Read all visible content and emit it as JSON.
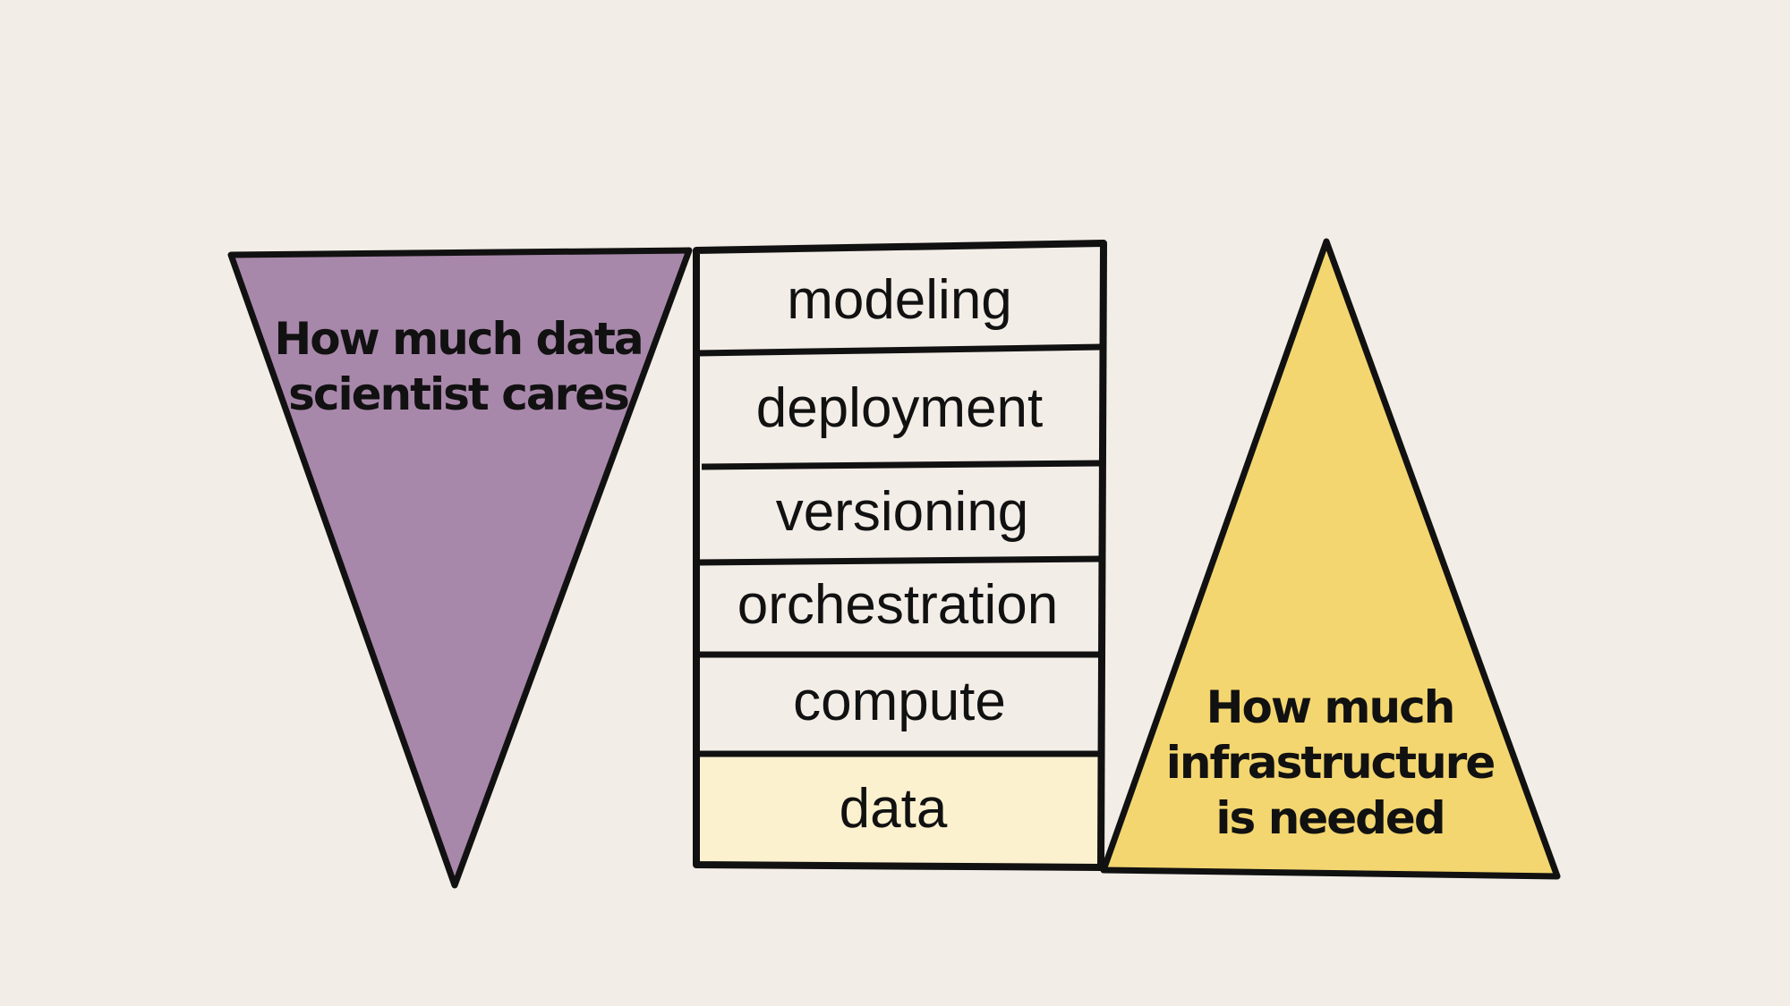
{
  "colors": {
    "background": "#f3ede7",
    "left_triangle_fill": "#a888aa",
    "right_triangle_fill": "#f3d670",
    "stack_fill": "#f3ede7",
    "stack_bottom_fill": "#fbf1cf",
    "outline": "#111111"
  },
  "left_triangle": {
    "line1": "How much data",
    "line2": "scientist cares"
  },
  "stack": {
    "layers": [
      {
        "label": "modeling"
      },
      {
        "label": "deployment"
      },
      {
        "label": "versioning"
      },
      {
        "label": "orchestration"
      },
      {
        "label": "compute"
      },
      {
        "label": "data"
      }
    ]
  },
  "right_triangle": {
    "line1": "How much",
    "line2": "infrastructure",
    "line3": "is needed"
  }
}
